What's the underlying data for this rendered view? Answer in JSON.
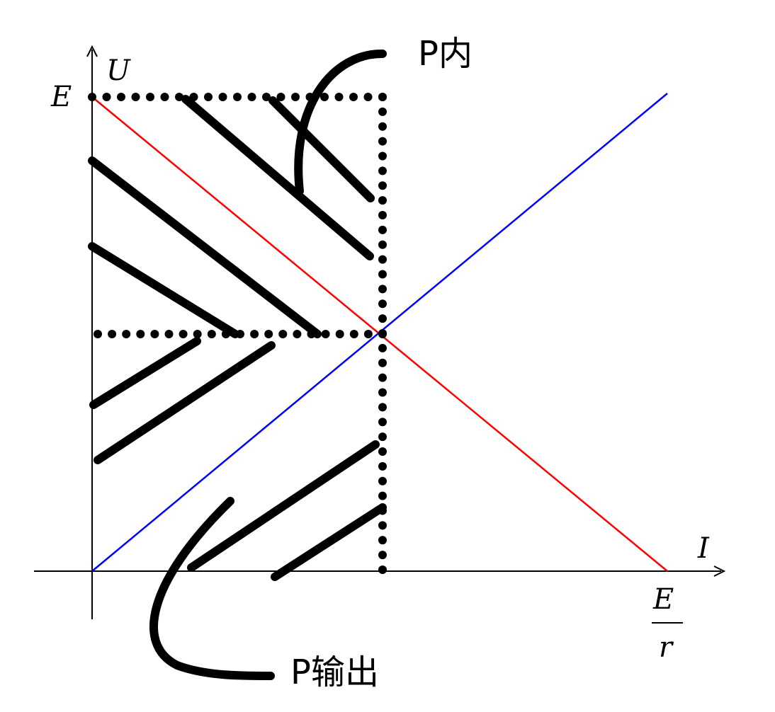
{
  "axes": {
    "x_label": "I",
    "y_label": "U",
    "y_intercept_label": "E",
    "x_intercept_label_numerator": "E",
    "x_intercept_label_denominator": "r"
  },
  "annotations": {
    "internal_power": "P内",
    "output_power": "P输出"
  },
  "colors": {
    "source_line": "#ff0000",
    "load_line": "#0000ff",
    "hatch": "#000000",
    "axis": "#000000"
  }
}
